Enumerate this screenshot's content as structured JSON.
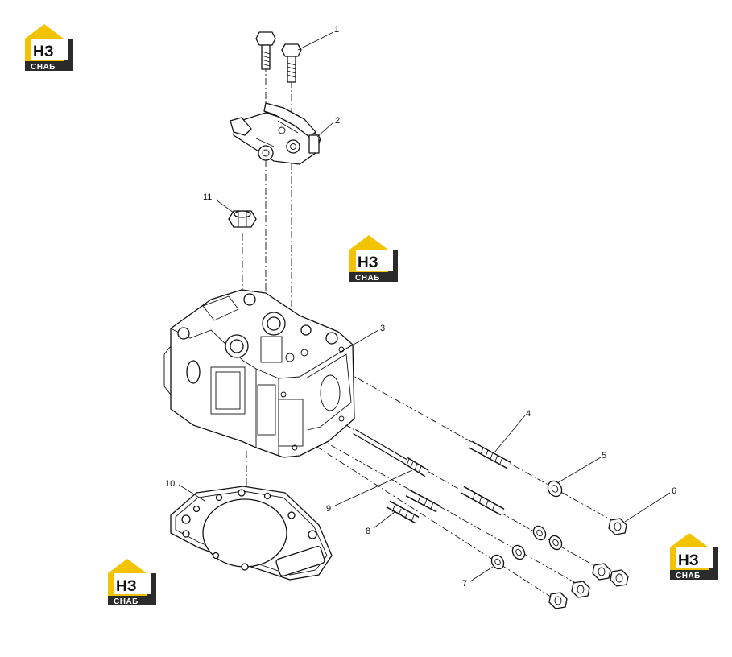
{
  "logo": {
    "letters": "НЗ",
    "caption": "СНАБ",
    "colors": {
      "yellow": "#F2C300",
      "dark": "#2B2B2B"
    }
  },
  "parts": {
    "p1": "1",
    "p2": "2",
    "p3": "3",
    "p4": "4",
    "p5": "5",
    "p6": "6",
    "p7": "7",
    "p8": "8",
    "p9": "9",
    "p10": "10",
    "p11": "11"
  }
}
